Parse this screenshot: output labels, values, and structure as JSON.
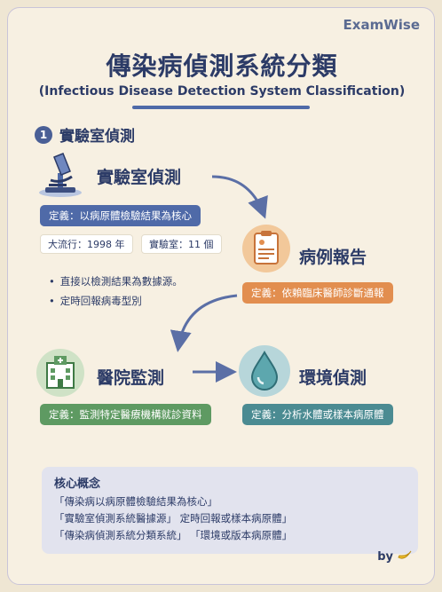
{
  "brand": "ExamWise",
  "title": "傳染病偵測系統分類",
  "subtitle": "(Infectious Disease Detection System Classification)",
  "section": {
    "number": "1",
    "title": "實驗室偵測"
  },
  "lab": {
    "title": "實驗室偵測",
    "definition": "定義：以病原體檢驗結果為核心",
    "stat_year": "大流行：1998 年",
    "stat_labs": "實驗室：11 個",
    "bullets": [
      "直接以檢測結果為數據源。",
      "定時回報病毒型別"
    ]
  },
  "case": {
    "title": "病例報告",
    "definition": "定義：依賴臨床醫師診斷通報"
  },
  "hospital": {
    "title": "醫院監測",
    "definition": "定義：監測特定醫療機構就診資料"
  },
  "environment": {
    "title": "環境偵測",
    "definition": "定義：分析水體或樣本病原體"
  },
  "concept": {
    "title": "核心概念",
    "lines": [
      "「傳染病以病原體檢驗結果為核心」",
      "「實驗室偵測系統醫據源」 定時回報或樣本病原體」",
      "「傳染病偵測系統分類系統」 「環境或版本病原體」"
    ]
  },
  "byline": "by",
  "icons": {
    "lab": "microscope-icon",
    "case": "clipboard-icon",
    "hospital": "hospital-icon",
    "environment": "water-drop-icon",
    "byline": "banana-icon"
  },
  "colors": {
    "blue": "#4f6aa8",
    "orange": "#e28e4f",
    "green": "#5e9a62",
    "teal": "#4b8b92",
    "navy": "#2c3b67"
  }
}
